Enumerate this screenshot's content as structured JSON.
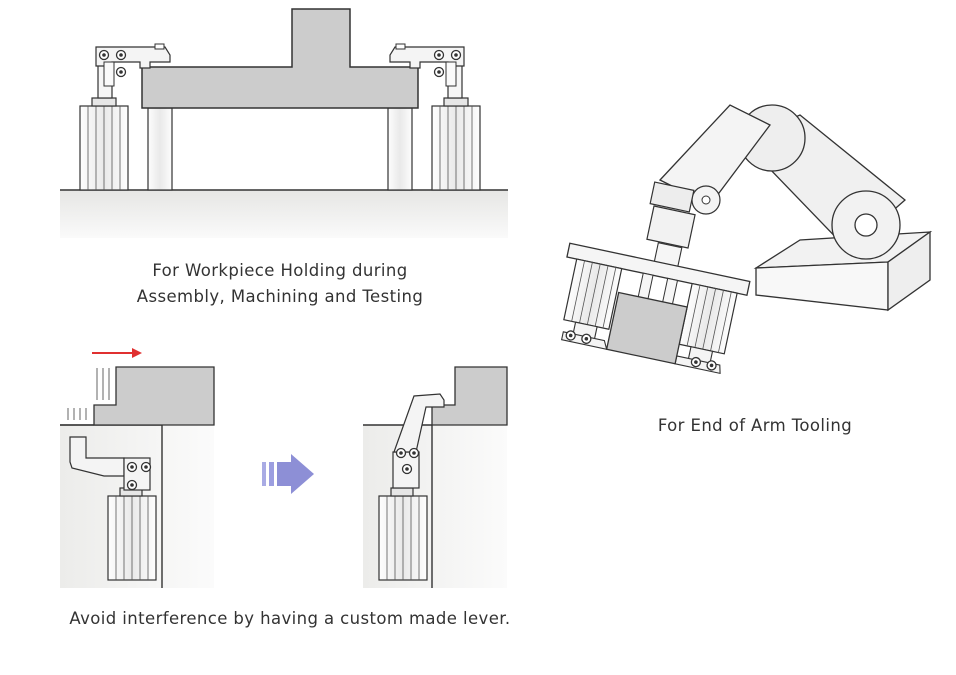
{
  "captions": {
    "workpiece_line1": "For Workpiece Holding during",
    "workpiece_line2": "Assembly, Machining and Testing",
    "end_of_arm": "For End of Arm Tooling",
    "custom_lever": "Avoid interference by having a custom made lever."
  },
  "colors": {
    "outline": "#333333",
    "part_fill": "#cccccc",
    "table_fill": "#ececea",
    "cylinder_fill": "#f4f4f4",
    "motion_arrow": "#e03030",
    "transition_arrow": "#8d8fd6"
  },
  "icons": {
    "motion": "right-arrow-icon",
    "transition": "double-chevron-arrow-icon"
  }
}
